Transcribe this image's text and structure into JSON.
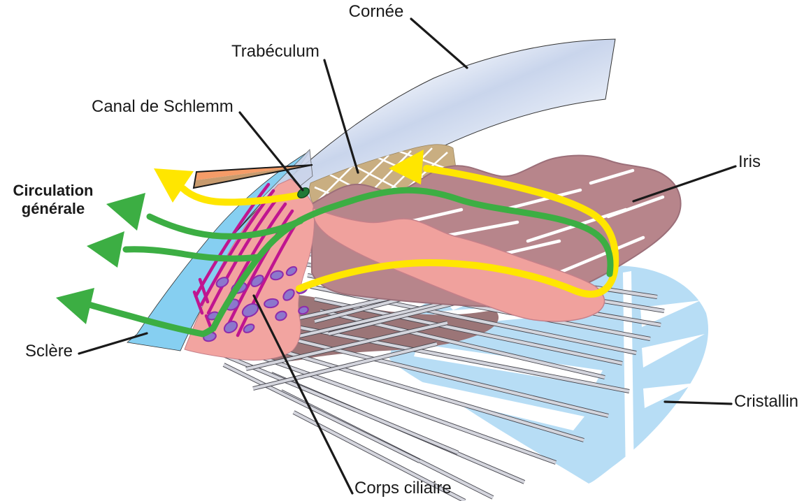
{
  "labels": {
    "cornee": "Cornée",
    "trabeculum": "Trabéculum",
    "schlemm": "Canal de Schlemm",
    "circulation_line1": "Circulation",
    "circulation_line2": "générale",
    "sclere": "Sclère",
    "iris": "Iris",
    "cristallin": "Cristallin",
    "corps_ciliaire": "Corps ciliaire"
  },
  "colors": {
    "yellow": "#ffe600",
    "green": "#3cae43",
    "sclera": "#86cff1",
    "cornea_mid": "#c9d5ec",
    "cornea_light": "#f4f7fc",
    "cornea_tail": "#cbd4ea",
    "iris_back": "#b7858b",
    "iris_back_outline": "#9c6f79",
    "iris_front": "#f0a19d",
    "iris_front_outline": "#c5808a",
    "mauve": "#9b7577",
    "ciliary_pink": "#f2a4a0",
    "magenta": "#c01590",
    "blob_fill": "#8c77cc",
    "blob_stroke": "#8e2bab",
    "trabeculum_tan": "#c9ae81",
    "lens_blue": "#b7ddf5",
    "orange_top": "#f59c68",
    "orange_bottom": "#c79a6d",
    "canal_green": "#207a36",
    "label_text": "#1a1a1a"
  },
  "diagram": {
    "zonule_fibers": [
      [
        432,
        348,
        940,
        425
      ],
      [
        434,
        362,
        950,
        445
      ],
      [
        436,
        378,
        945,
        465
      ],
      [
        440,
        394,
        930,
        485
      ],
      [
        444,
        410,
        910,
        505
      ],
      [
        450,
        428,
        890,
        520
      ],
      [
        458,
        445,
        865,
        540
      ],
      [
        358,
        455,
        900,
        560
      ],
      [
        362,
        472,
        870,
        595
      ],
      [
        368,
        492,
        835,
        630
      ],
      [
        376,
        512,
        795,
        662
      ],
      [
        388,
        535,
        750,
        690
      ],
      [
        402,
        560,
        705,
        712
      ],
      [
        420,
        590,
        665,
        717
      ],
      [
        305,
        502,
        655,
        648
      ],
      [
        320,
        522,
        600,
        660
      ],
      [
        345,
        500,
        660,
        428
      ],
      [
        352,
        528,
        640,
        462
      ],
      [
        362,
        556,
        625,
        492
      ],
      [
        332,
        476,
        680,
        400
      ],
      [
        450,
        460,
        760,
        380
      ],
      [
        470,
        478,
        790,
        400
      ]
    ],
    "iris_streaks": [
      [
        530,
        330,
        660,
        300
      ],
      [
        560,
        352,
        740,
        318
      ],
      [
        640,
        382,
        800,
        345
      ],
      [
        720,
        300,
        830,
        272
      ],
      [
        755,
        345,
        895,
        300
      ],
      [
        800,
        390,
        920,
        340
      ],
      [
        845,
        262,
        905,
        244
      ],
      [
        870,
        310,
        948,
        282
      ]
    ],
    "trabecular_mesh_lines": [
      [
        452,
        290,
        520,
        222
      ],
      [
        478,
        298,
        556,
        222
      ],
      [
        506,
        300,
        588,
        216
      ],
      [
        536,
        294,
        618,
        212
      ],
      [
        566,
        284,
        640,
        218
      ],
      [
        592,
        272,
        650,
        238
      ],
      [
        450,
        268,
        520,
        298
      ],
      [
        472,
        250,
        556,
        294
      ],
      [
        500,
        234,
        592,
        282
      ],
      [
        532,
        222,
        622,
        262
      ],
      [
        564,
        214,
        646,
        244
      ],
      [
        468,
        296,
        500,
        330
      ],
      [
        500,
        308,
        528,
        333
      ]
    ],
    "magenta_muscle_paths": [
      "M 398,282 Q 350,345 298,448",
      "M 408,292 Q 362,355 310,460",
      "M 418,302 Q 374,366 324,470",
      "M 427,314 Q 388,378 340,480",
      "M 391,273 Q 342,336 288,436",
      "M 384,264 Q 334,328 280,424",
      "M 286,400 L 297,432",
      "M 278,418 L 289,448",
      "M 295,452 L 305,478"
    ],
    "ciliary_blobs": [
      [
        318,
        404,
        9,
        6,
        -30
      ],
      [
        342,
        412,
        11,
        7,
        -20
      ],
      [
        368,
        402,
        10,
        6,
        -40
      ],
      [
        396,
        394,
        9,
        6,
        -15
      ],
      [
        417,
        388,
        8,
        5,
        -35
      ],
      [
        332,
        436,
        10,
        7,
        -25
      ],
      [
        358,
        444,
        12,
        8,
        -30
      ],
      [
        388,
        434,
        10,
        6,
        -10
      ],
      [
        413,
        422,
        9,
        6,
        -45
      ],
      [
        305,
        452,
        8,
        5,
        -20
      ],
      [
        330,
        468,
        10,
        7,
        -35
      ],
      [
        300,
        482,
        9,
        6,
        -15
      ],
      [
        356,
        470,
        8,
        5,
        -30
      ],
      [
        402,
        452,
        8,
        6,
        -25
      ],
      [
        432,
        414,
        8,
        5,
        -30
      ],
      [
        434,
        444,
        7,
        5,
        -20
      ]
    ]
  }
}
